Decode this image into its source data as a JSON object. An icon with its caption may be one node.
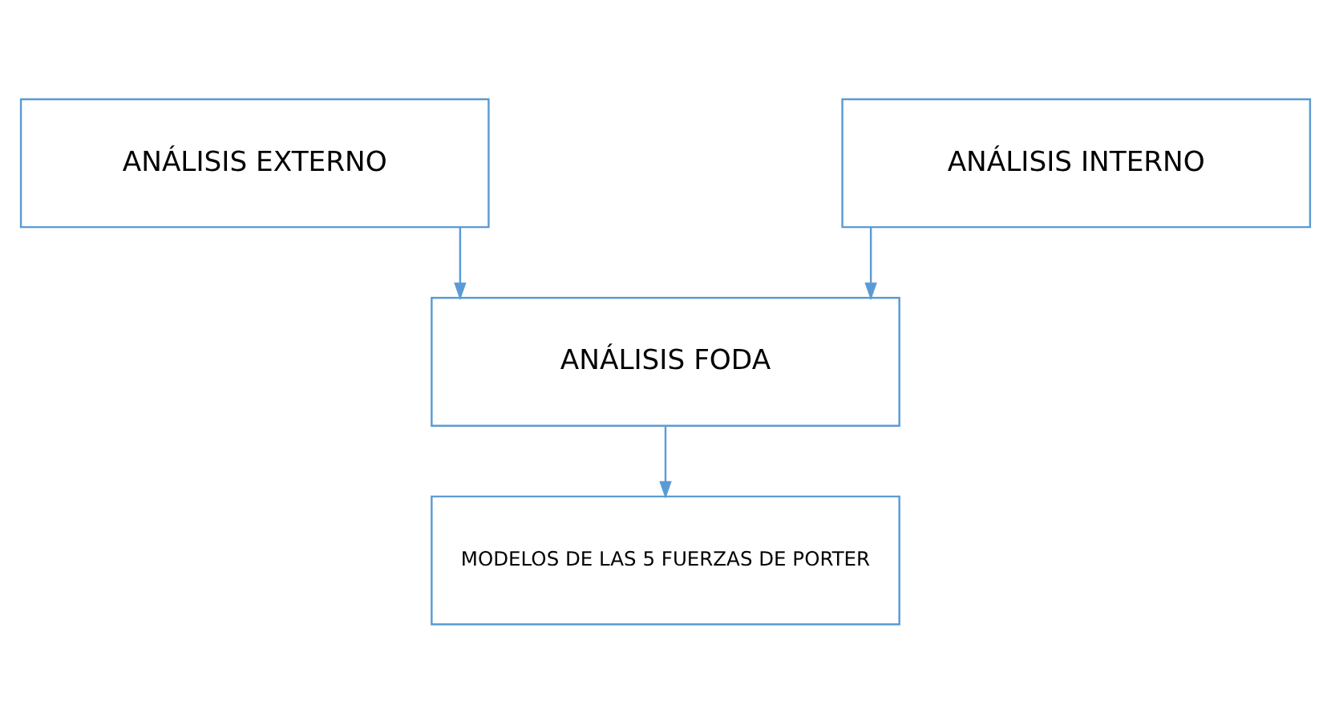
{
  "diagram": {
    "nodes": [
      {
        "text": [
          "ANÁLISIS EXTERNO"
        ]
      },
      {
        "text": [
          "ANÁLISIS INTERNO"
        ]
      },
      {
        "text": [
          "ANÁLISIS FODA"
        ]
      },
      {
        "text": [
          "MODELOS DE LAS 5 FUERZAS DE PORTER"
        ]
      }
    ],
    "edges": [
      {
        "from": 0,
        "to": 2,
        "arrow": "to"
      },
      {
        "from": 1,
        "to": 2,
        "arrow": "to"
      },
      {
        "from": 2,
        "to": 3,
        "arrow": "to"
      }
    ]
  }
}
